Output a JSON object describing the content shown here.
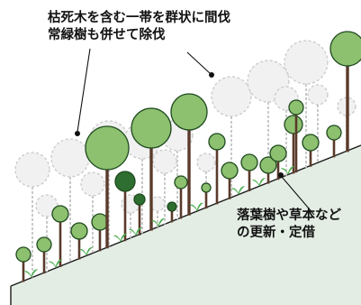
{
  "annotations": {
    "thinning": {
      "lines": [
        "枯死木を含む一帯を群状に間伐",
        "常緑樹も併せて除伐"
      ]
    },
    "regeneration": {
      "lines": [
        "落葉樹や草本など",
        "の更新・定借"
      ]
    }
  },
  "colors": {
    "slope_fill": "#e3ede4",
    "slope_edge": "#1a1a1a",
    "trunk": "#5a3a2a",
    "canopy_light": "#8dc06f",
    "canopy_mid": "#6cab4e",
    "canopy_dark": "#2e6e30",
    "canopy_stroke": "#1f4a1f",
    "removed_fill": "#f1f1f1",
    "removed_stroke": "#c9c9c9",
    "sprout": "#4caf50",
    "leader": "#111111"
  },
  "legend_states": [
    "kept",
    "removed",
    "sprout"
  ]
}
